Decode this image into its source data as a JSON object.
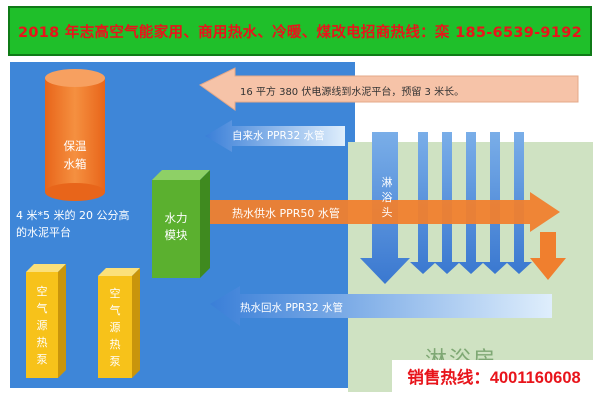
{
  "banner": {
    "text": "2018 年志高空气能家用、商用热水、冷暖、煤改电招商热线：栾 185-6539-9192"
  },
  "platform_note": "4 米*5 米的 20 公分高的水泥平台",
  "components": {
    "tank": {
      "line1": "保温",
      "line2": "水箱"
    },
    "hydraulic_module": {
      "line1": "水力",
      "line2": "模块"
    },
    "heat_pump_1": "空气源热泵",
    "heat_pump_2": "空气源热泵"
  },
  "pipes": {
    "power": "16 平方 380 伏电源线到水泥平台，预留 3 米长。",
    "tap_water": "自来水 PPR32 水管",
    "hot_supply": "热水供水 PPR50 水管",
    "hot_return": "热水回水 PPR32 水管"
  },
  "shower_head": "淋浴头",
  "shower_room": "淋浴房",
  "hotline": "销售热线：4001160608",
  "colors": {
    "banner_bg": "#1fbf2a",
    "banner_text": "#e8141b",
    "platform": "#3e86d8",
    "shower_room": "#cfe2c2",
    "tank": "#f27a2a",
    "module": "#5bb02f",
    "heat_pump": "#f7c21a",
    "supply_pipe": "#f07f2e",
    "power_line": "#f6c3a8",
    "pipe_blue": "#4a8fe0"
  }
}
